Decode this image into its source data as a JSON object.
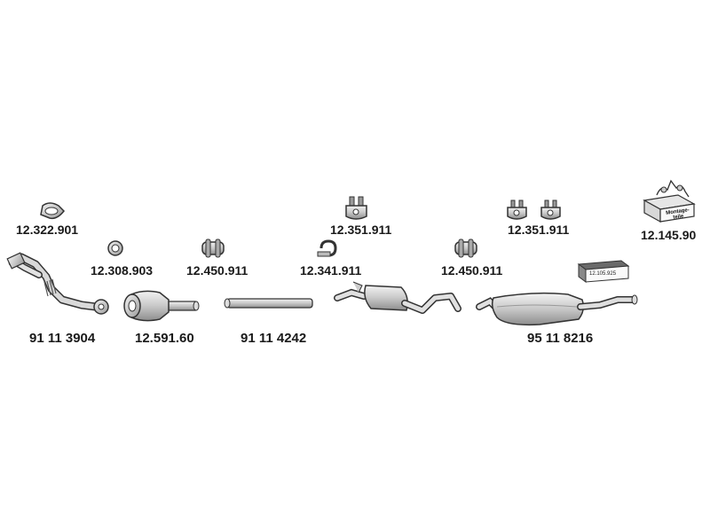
{
  "parts": [
    {
      "id": "gasket",
      "number": "12.322.901"
    },
    {
      "id": "sealing-ring",
      "number": "12.308.903"
    },
    {
      "id": "clamp-a",
      "number": "12.450.911"
    },
    {
      "id": "pipe-clamp",
      "number": "12.341.911"
    },
    {
      "id": "hanger-a",
      "number": "12.351.911"
    },
    {
      "id": "clamp-b",
      "number": "12.450.911"
    },
    {
      "id": "hanger-pair",
      "number": "12.351.911"
    },
    {
      "id": "mounting-kit",
      "number": "12.145.90"
    },
    {
      "id": "front-pipe",
      "number": "91 11 3904"
    },
    {
      "id": "catalyst",
      "number": "12.591.60"
    },
    {
      "id": "middle-pipe",
      "number": "91 11 4242"
    },
    {
      "id": "rear-silencer",
      "number": "95 11 8216"
    },
    {
      "id": "box-label",
      "number": "12.105.925"
    }
  ],
  "kit_label": {
    "line1": "Montage-",
    "line2": "teile"
  }
}
